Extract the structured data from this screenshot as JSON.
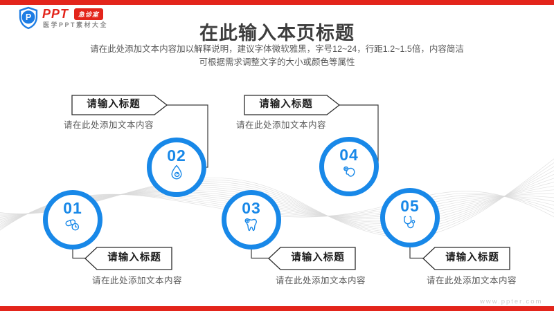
{
  "brand": {
    "shield_letter": "P",
    "logo_text": "PPT",
    "badge": "急诊室",
    "tagline": "医学PPT素材大全"
  },
  "header": {
    "title": "在此输入本页标题",
    "subtitle_line1": "请在此处添加文本内容加以解释说明，建议字体微软雅黑，字号12~24，行距1.2~1.5倍，内容简洁",
    "subtitle_line2": "可根据需求调整文字的大小或颜色等属性"
  },
  "nodes": [
    {
      "number": "01",
      "icon": "pill-clock-icon",
      "title": "请输入标题",
      "body": "请在此处添加文本内容",
      "callout_position": "bottom"
    },
    {
      "number": "02",
      "icon": "water-drop-icon",
      "title": "请输入标题",
      "body": "请在此处添加文本内容",
      "callout_position": "top"
    },
    {
      "number": "03",
      "icon": "tooth-icon",
      "title": "请输入标题",
      "body": "请在此处添加文本内容",
      "callout_position": "bottom"
    },
    {
      "number": "04",
      "icon": "organ-plus-icon",
      "title": "请输入标题",
      "body": "请在此处添加文本内容",
      "callout_position": "top"
    },
    {
      "number": "05",
      "icon": "stethoscope-icon",
      "title": "请输入标题",
      "body": "请在此处添加文本内容",
      "callout_position": "bottom"
    }
  ],
  "watermark": "www.ppter.com",
  "colors": {
    "accent_blue": "#1888e8",
    "accent_red": "#e3251b",
    "wave_gray": "#dadada",
    "text_dark": "#3d3d3d",
    "text_gray": "#575757"
  }
}
